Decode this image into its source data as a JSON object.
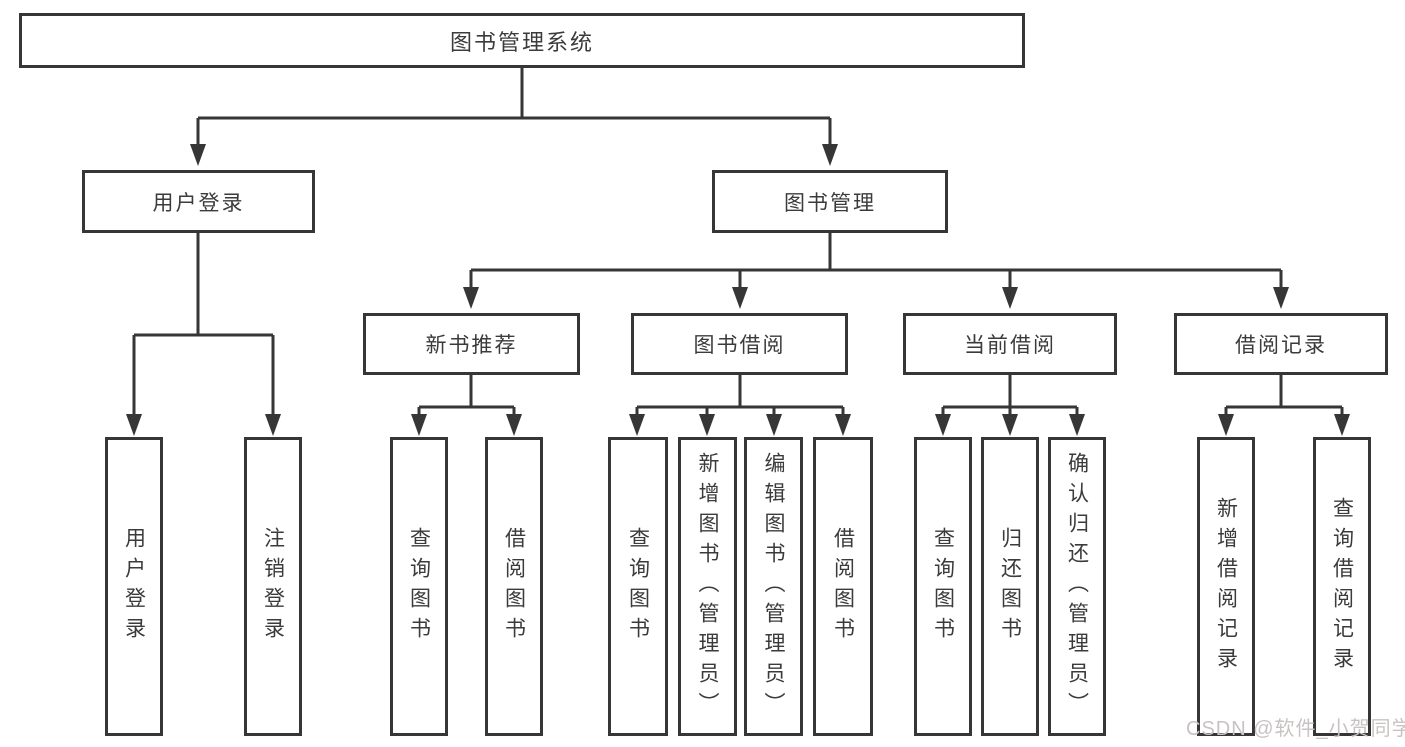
{
  "colors": {
    "line": "#363636",
    "node_border": "#363636",
    "node_background": "#ffffff",
    "text": "#3b3b3b",
    "watermark": "#c8c3c3",
    "page_background": "#ffffff"
  },
  "watermark": {
    "text": "CSDN @软件_小贺同学"
  },
  "tree": {
    "root": {
      "label": "图书管理系统"
    },
    "branches": [
      {
        "label": "用户登录",
        "leaves": [
          {
            "label": "用户登录"
          },
          {
            "label": "注销登录"
          }
        ]
      },
      {
        "label": "图书管理",
        "sections": [
          {
            "label": "新书推荐",
            "leaves": [
              {
                "label": "查询图书"
              },
              {
                "label": "借阅图书"
              }
            ]
          },
          {
            "label": "图书借阅",
            "leaves": [
              {
                "label": "查询图书"
              },
              {
                "label": "新增图书（管理员）"
              },
              {
                "label": "编辑图书（管理员）"
              },
              {
                "label": "借阅图书"
              }
            ]
          },
          {
            "label": "当前借阅",
            "leaves": [
              {
                "label": "查询图书"
              },
              {
                "label": "归还图书"
              },
              {
                "label": "确认归还（管理员）"
              }
            ]
          },
          {
            "label": "借阅记录",
            "leaves": [
              {
                "label": "新增借阅记录"
              },
              {
                "label": "查询借阅记录"
              }
            ]
          }
        ]
      }
    ]
  }
}
